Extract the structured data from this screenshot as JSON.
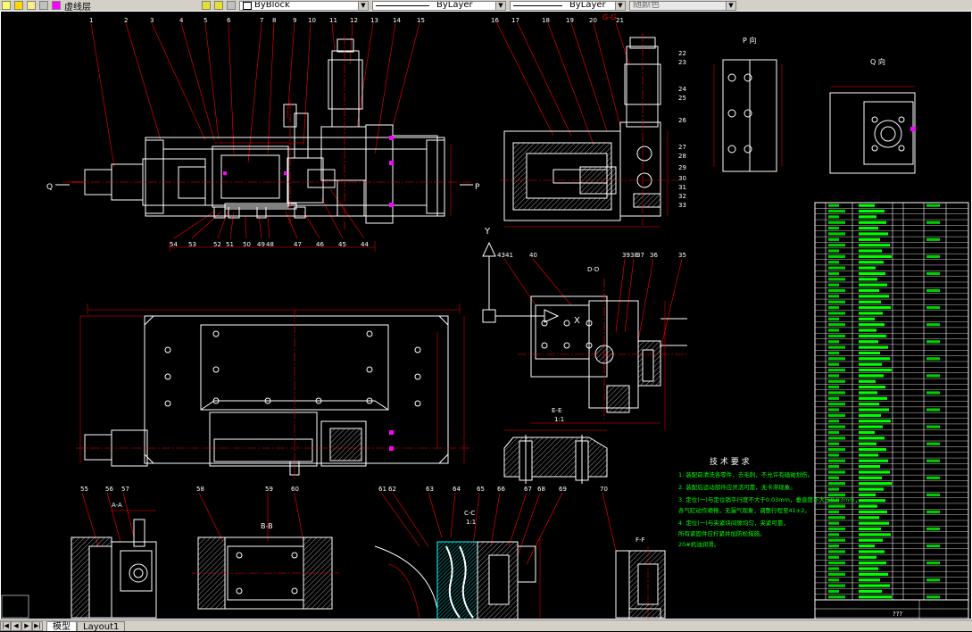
{
  "toolbar": {
    "layer_name": "虚线层",
    "linetype": "ByBlock",
    "lineweight": "ByLayer",
    "plotstyle": "ByLayer",
    "color": "随颜色"
  },
  "drawing": {
    "view_label_q": "Q",
    "view_label_p": "P",
    "section_gg": "G-G",
    "view_p_title": "P 向",
    "view_q_title": "Q 向",
    "axis_y": "Y",
    "axis_x": "X",
    "section_dd": "D-D",
    "section_ee": "E-E",
    "scale_ee": "1:1",
    "section_aa": "A-A",
    "section_bb": "B-B",
    "section_cc": "C-C",
    "scale_cc": "1:1",
    "section_ff": "F-F",
    "tech_title": "技 术 要 求",
    "tech_lines": [
      "1. 装配前清洗各零件，去毛刺，不允许有磕碰划伤。",
      "2. 装配后运动部件应灵活可靠，无卡滞现象。",
      "3. 定位(一)与定位销平行度不大于0.03mm，垂直度不大于0.03mm，",
      "   各气缸动作顺畅，无漏气现象，调整行程至41±2。",
      "4. 定位(一)与夹紧块间隙均匀，夹紧可靠，",
      "   所有紧固件应拧紧并加防松措施。",
      "   20#机油润滑。"
    ],
    "title_block_number": "???",
    "callouts_top_left": [
      "1",
      "2",
      "3",
      "4",
      "5",
      "6",
      "7",
      "8",
      "9",
      "10",
      "11",
      "12",
      "13",
      "14",
      "15"
    ],
    "callouts_top_mid": [
      "16",
      "17",
      "18",
      "19",
      "20",
      "21",
      "22",
      "23",
      "24",
      "25",
      "26",
      "27",
      "28",
      "29",
      "30",
      "31",
      "32",
      "33"
    ],
    "callouts_bottom_left": [
      "54",
      "53",
      "52",
      "51",
      "50",
      "49",
      "48",
      "47",
      "46",
      "45",
      "44"
    ],
    "callouts_dd": [
      "43",
      "41",
      "40",
      "39",
      "38",
      "37",
      "36",
      "35"
    ],
    "callouts_bottom": [
      "55",
      "56",
      "57",
      "58",
      "59",
      "60",
      "61",
      "62",
      "63",
      "64",
      "65",
      "66",
      "67",
      "68",
      "69",
      "70"
    ]
  },
  "tabs": {
    "model": "模型",
    "layout1": "Layout1"
  },
  "colors": {
    "geometry": "#ffffff",
    "dimension": "#ff0000",
    "center": "#ff0000",
    "text": "#ffffff",
    "bom_text": "#00ff00",
    "hatch_cyan": "#00ffff",
    "magenta": "#ff00ff",
    "yellow": "#ffff00"
  }
}
